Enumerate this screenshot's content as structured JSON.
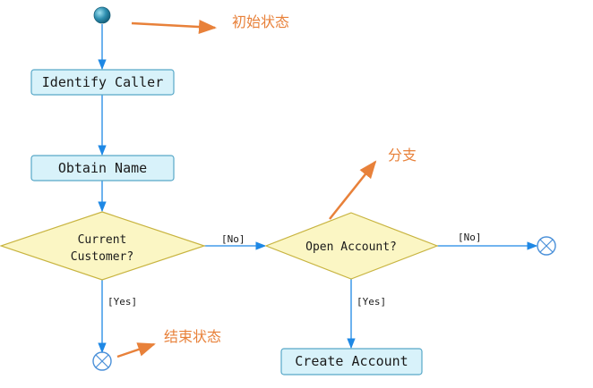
{
  "activity_nodes": {
    "identify_caller": "Identify Caller",
    "obtain_name": "Obtain Name",
    "create_account": "Create Account"
  },
  "decisions": {
    "current_customer": [
      "Current",
      "Customer?"
    ],
    "open_account": "Open Account?"
  },
  "guards": {
    "current_customer_no": "[No]",
    "current_customer_yes": "[Yes]",
    "open_account_no": "[No]",
    "open_account_yes": "[Yes]"
  },
  "annotations": {
    "initial_state": "初始状态",
    "branch": "分支",
    "final_state": "结束状态"
  },
  "colors": {
    "flow": "#1e88e5",
    "activity_fill": "#d8f2fa",
    "activity_border": "#58a8c8",
    "decision_fill": "#fbf6c4",
    "decision_border": "#c8b440",
    "annotation": "#e8813a",
    "final_state_border": "#4a90d9"
  }
}
